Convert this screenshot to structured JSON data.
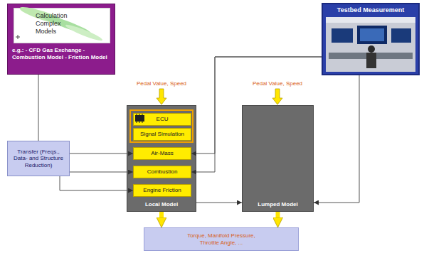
{
  "diagram": {
    "nodes": [
      {
        "text": [
          "e.g.: - CFD Gas Exchange - Combustion Model - Friction Model"
        ]
      },
      {
        "text": [
          "Calculation Complex Models"
        ],
        "in": 0
      },
      {
        "text": [
          "Testbed Measurement"
        ]
      },
      {
        "text": [
          "Transfer (Freqs., Data- and Structure Reduction)"
        ]
      },
      {
        "text": [
          "Local Model"
        ]
      },
      {
        "text": [
          "ECU"
        ],
        "in": 4
      },
      {
        "text": [
          "Signal Simulation"
        ],
        "in": 4
      },
      {
        "text": [
          "Air-Mass"
        ],
        "in": 4
      },
      {
        "text": [
          "Combustion"
        ],
        "in": 4
      },
      {
        "text": [
          "Engine Friction"
        ],
        "in": 4
      },
      {
        "text": [
          "Lumped Model"
        ]
      },
      {
        "text": [
          "Torque, Manifold Pressure, Throttle Angle, ..."
        ]
      }
    ],
    "edges": [
      {
        "from": 0,
        "to": 3,
        "arrow": "none"
      },
      {
        "from": 3,
        "to": 7,
        "arrow": "to"
      },
      {
        "from": 3,
        "to": 8,
        "arrow": "to"
      },
      {
        "from": 3,
        "to": 9,
        "arrow": "to"
      },
      {
        "from": 2,
        "to": 7,
        "arrow": "to"
      },
      {
        "from": 2,
        "to": 8,
        "arrow": "to"
      },
      {
        "from": 2,
        "to": 10,
        "arrow": "to"
      },
      {
        "from": 4,
        "to": 10,
        "arrow": "to"
      },
      {
        "from": 4,
        "to": 11,
        "arrow": "to"
      },
      {
        "from": 10,
        "to": 11,
        "arrow": "to"
      }
    ],
    "labels": [
      "Pedal Value, Speed",
      "Pedal Value, Speed"
    ]
  }
}
